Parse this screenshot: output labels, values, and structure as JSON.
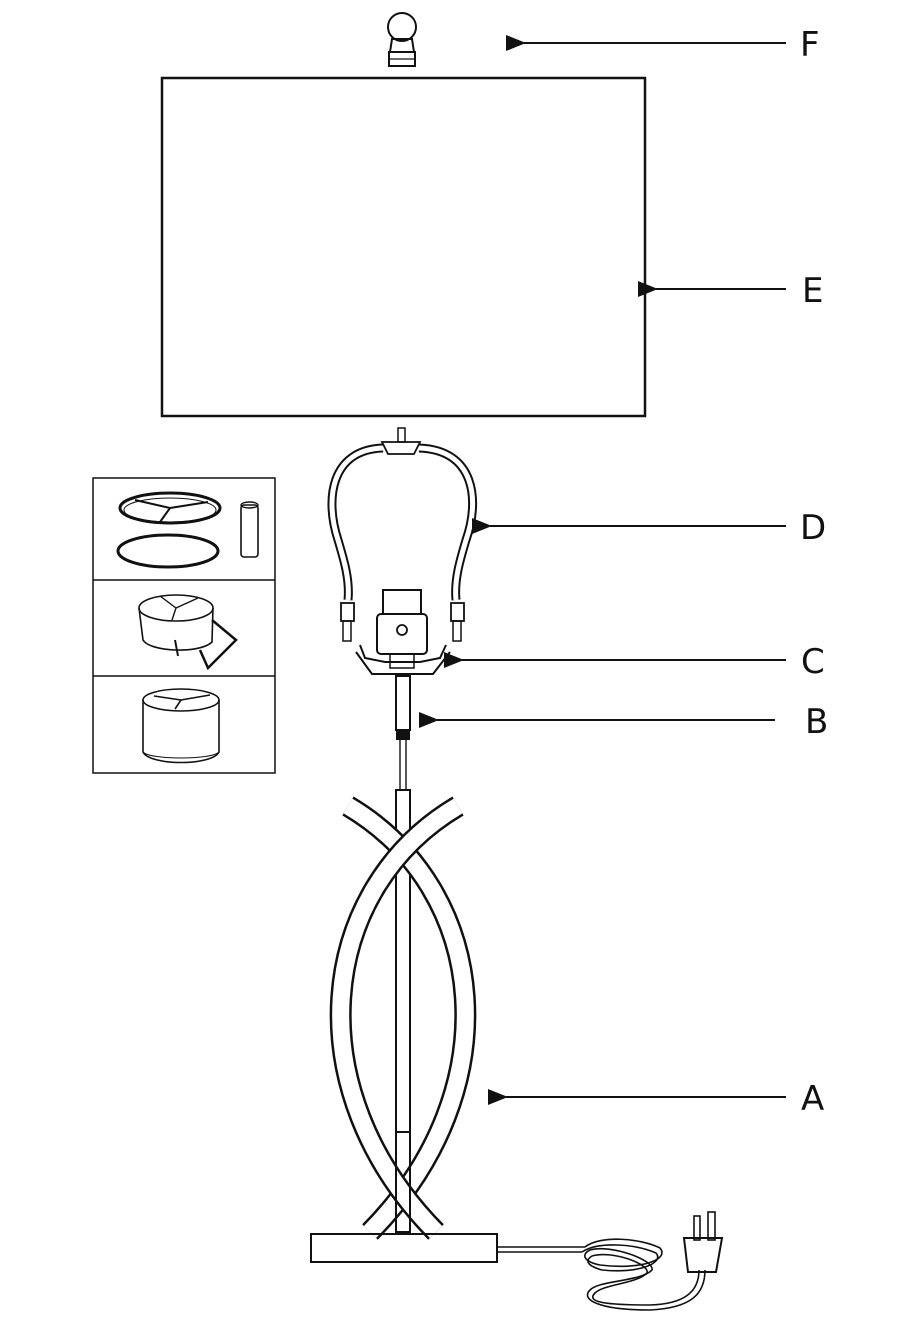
{
  "parts": [
    {
      "id": "F",
      "label": "F",
      "part": "finial"
    },
    {
      "id": "E",
      "label": "E",
      "part": "lamp-shade"
    },
    {
      "id": "D",
      "label": "D",
      "part": "harp"
    },
    {
      "id": "C",
      "label": "C",
      "part": "socket"
    },
    {
      "id": "B",
      "label": "B",
      "part": "rod-connector"
    },
    {
      "id": "A",
      "label": "A",
      "part": "lamp-base"
    }
  ],
  "inset_panels": [
    "shade-rings-and-tube",
    "rolled-shade-material",
    "assembled-shade-drum"
  ],
  "colors": {
    "line": "#111111",
    "background": "#ffffff",
    "fill_gray": "#e6e6e6"
  }
}
